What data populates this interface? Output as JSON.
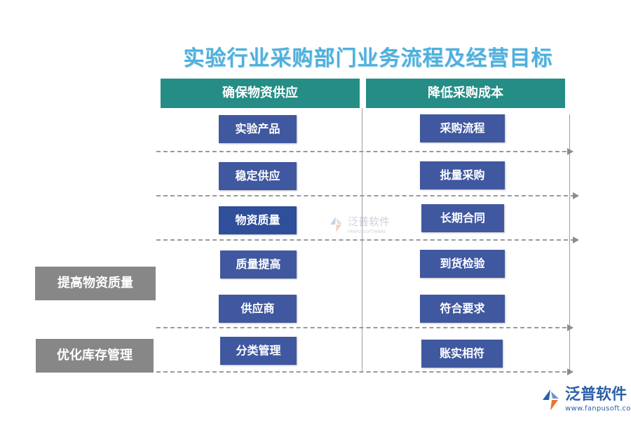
{
  "title": "实验行业采购部门业务流程及经营目标",
  "headers": {
    "left": "确保物资供应",
    "right": "降低采购成本"
  },
  "left_items": [
    "实验产品",
    "稳定供应",
    "物资质量",
    "质量提高",
    "供应商",
    "分类管理"
  ],
  "right_items": [
    "采购流程",
    "批量采购",
    "长期合同",
    "到货检验",
    "符合要求",
    "账实相符"
  ],
  "side_labels": [
    "提高物资质量",
    "优化库存管理"
  ],
  "watermark": {
    "brand": "泛普软件",
    "sub": "FANPU SOFTWARE"
  },
  "logo": {
    "brand": "泛普软件",
    "url": "www.fanpusoft.com"
  },
  "colors": {
    "title": "#4fb0dc",
    "header": "#258d86",
    "box": "#4058a0",
    "side": "#878787",
    "dash": "#9a9a9a"
  }
}
